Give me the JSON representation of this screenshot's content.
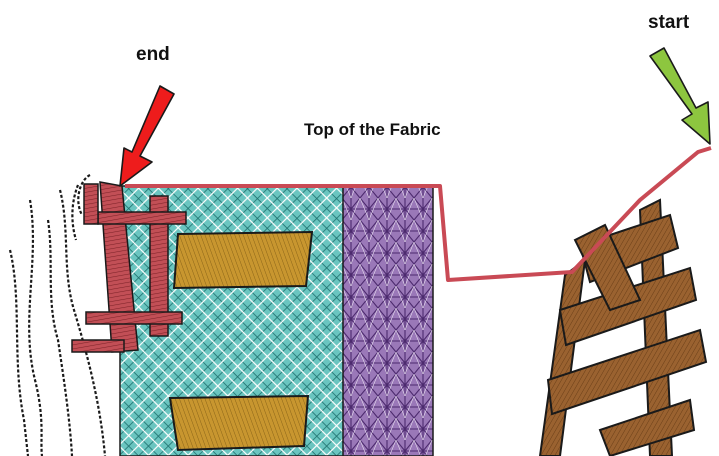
{
  "labels": {
    "end": "end",
    "start": "start",
    "top_of_fabric": "Top of the Fabric"
  },
  "colors": {
    "end_arrow": "#ee1c1c",
    "start_arrow": "#8dc63f",
    "travel_line": "#c94a55",
    "end_block": "#c24f56",
    "crosshatch_fill": "#6ac5c0",
    "crosshatch_line": "#1e6f6d",
    "purple_fill": "#9a78b8",
    "purple_line": "#4c2a6e",
    "tan_fill": "#c8962f",
    "brown_fill": "#9a6230",
    "outline": "#1a1a1a"
  },
  "icons": {
    "end_marker": "red-down-left-arrow-icon",
    "start_marker": "green-down-right-arrow-icon"
  }
}
